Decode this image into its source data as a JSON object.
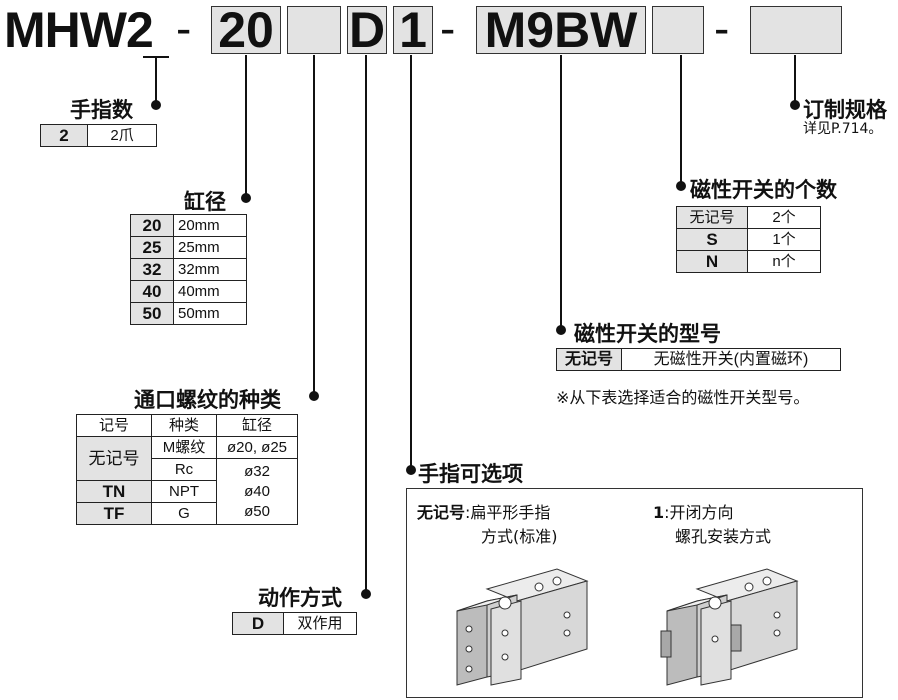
{
  "code": {
    "prefix": "MHW2",
    "sep1": "-",
    "bore": "20",
    "port": "",
    "action": "D",
    "finger": "1",
    "sep2": "-",
    "switch": "M9BW",
    "count": "",
    "sep3": "-",
    "option": ""
  },
  "fingers": {
    "title": "手指数",
    "rows": [
      {
        "key": "2",
        "value": "2爪"
      }
    ]
  },
  "bore": {
    "title": "缸径",
    "rows": [
      {
        "key": "20",
        "value": "20mm"
      },
      {
        "key": "25",
        "value": "25mm"
      },
      {
        "key": "32",
        "value": "32mm"
      },
      {
        "key": "40",
        "value": "40mm"
      },
      {
        "key": "50",
        "value": "50mm"
      }
    ]
  },
  "port": {
    "title": "通口螺纹的种类",
    "headers": [
      "记号",
      "种类",
      "缸径"
    ],
    "rows": [
      {
        "symbol": "无记号",
        "type1": "M螺纹",
        "bore1": "ø20, ø25",
        "type2": "Rc"
      },
      {
        "symbol": "TN",
        "type": "NPT"
      },
      {
        "symbol": "TF",
        "type": "G"
      }
    ],
    "bores": [
      "ø32",
      "ø40",
      "ø50"
    ]
  },
  "action": {
    "title": "动作方式",
    "rows": [
      {
        "key": "D",
        "value": "双作用"
      }
    ]
  },
  "finger_option": {
    "title": "手指可选项",
    "opt1_key": "无记号",
    "opt1_sep": ":",
    "opt1_line1": "扁平形手指",
    "opt1_line2": "方式(标准)",
    "opt2_key": "1",
    "opt2_sep": ":",
    "opt2_line1": "开闭方向",
    "opt2_line2": "螺孔安装方式"
  },
  "switch_model": {
    "title": "磁性开关的型号",
    "key": "无记号",
    "value": "无磁性开关(内置磁环)",
    "note": "※从下表选择适合的磁性开关型号。"
  },
  "switch_count": {
    "title": "磁性开关的个数",
    "rows": [
      {
        "key": "无记号",
        "value": "2个"
      },
      {
        "key": "S",
        "value": "1个"
      },
      {
        "key": "N",
        "value": "n个"
      }
    ]
  },
  "custom": {
    "title": "订制规格",
    "note": "详见P.714。"
  },
  "colors": {
    "box_fill": "#e3e3e3",
    "line": "#111111"
  }
}
